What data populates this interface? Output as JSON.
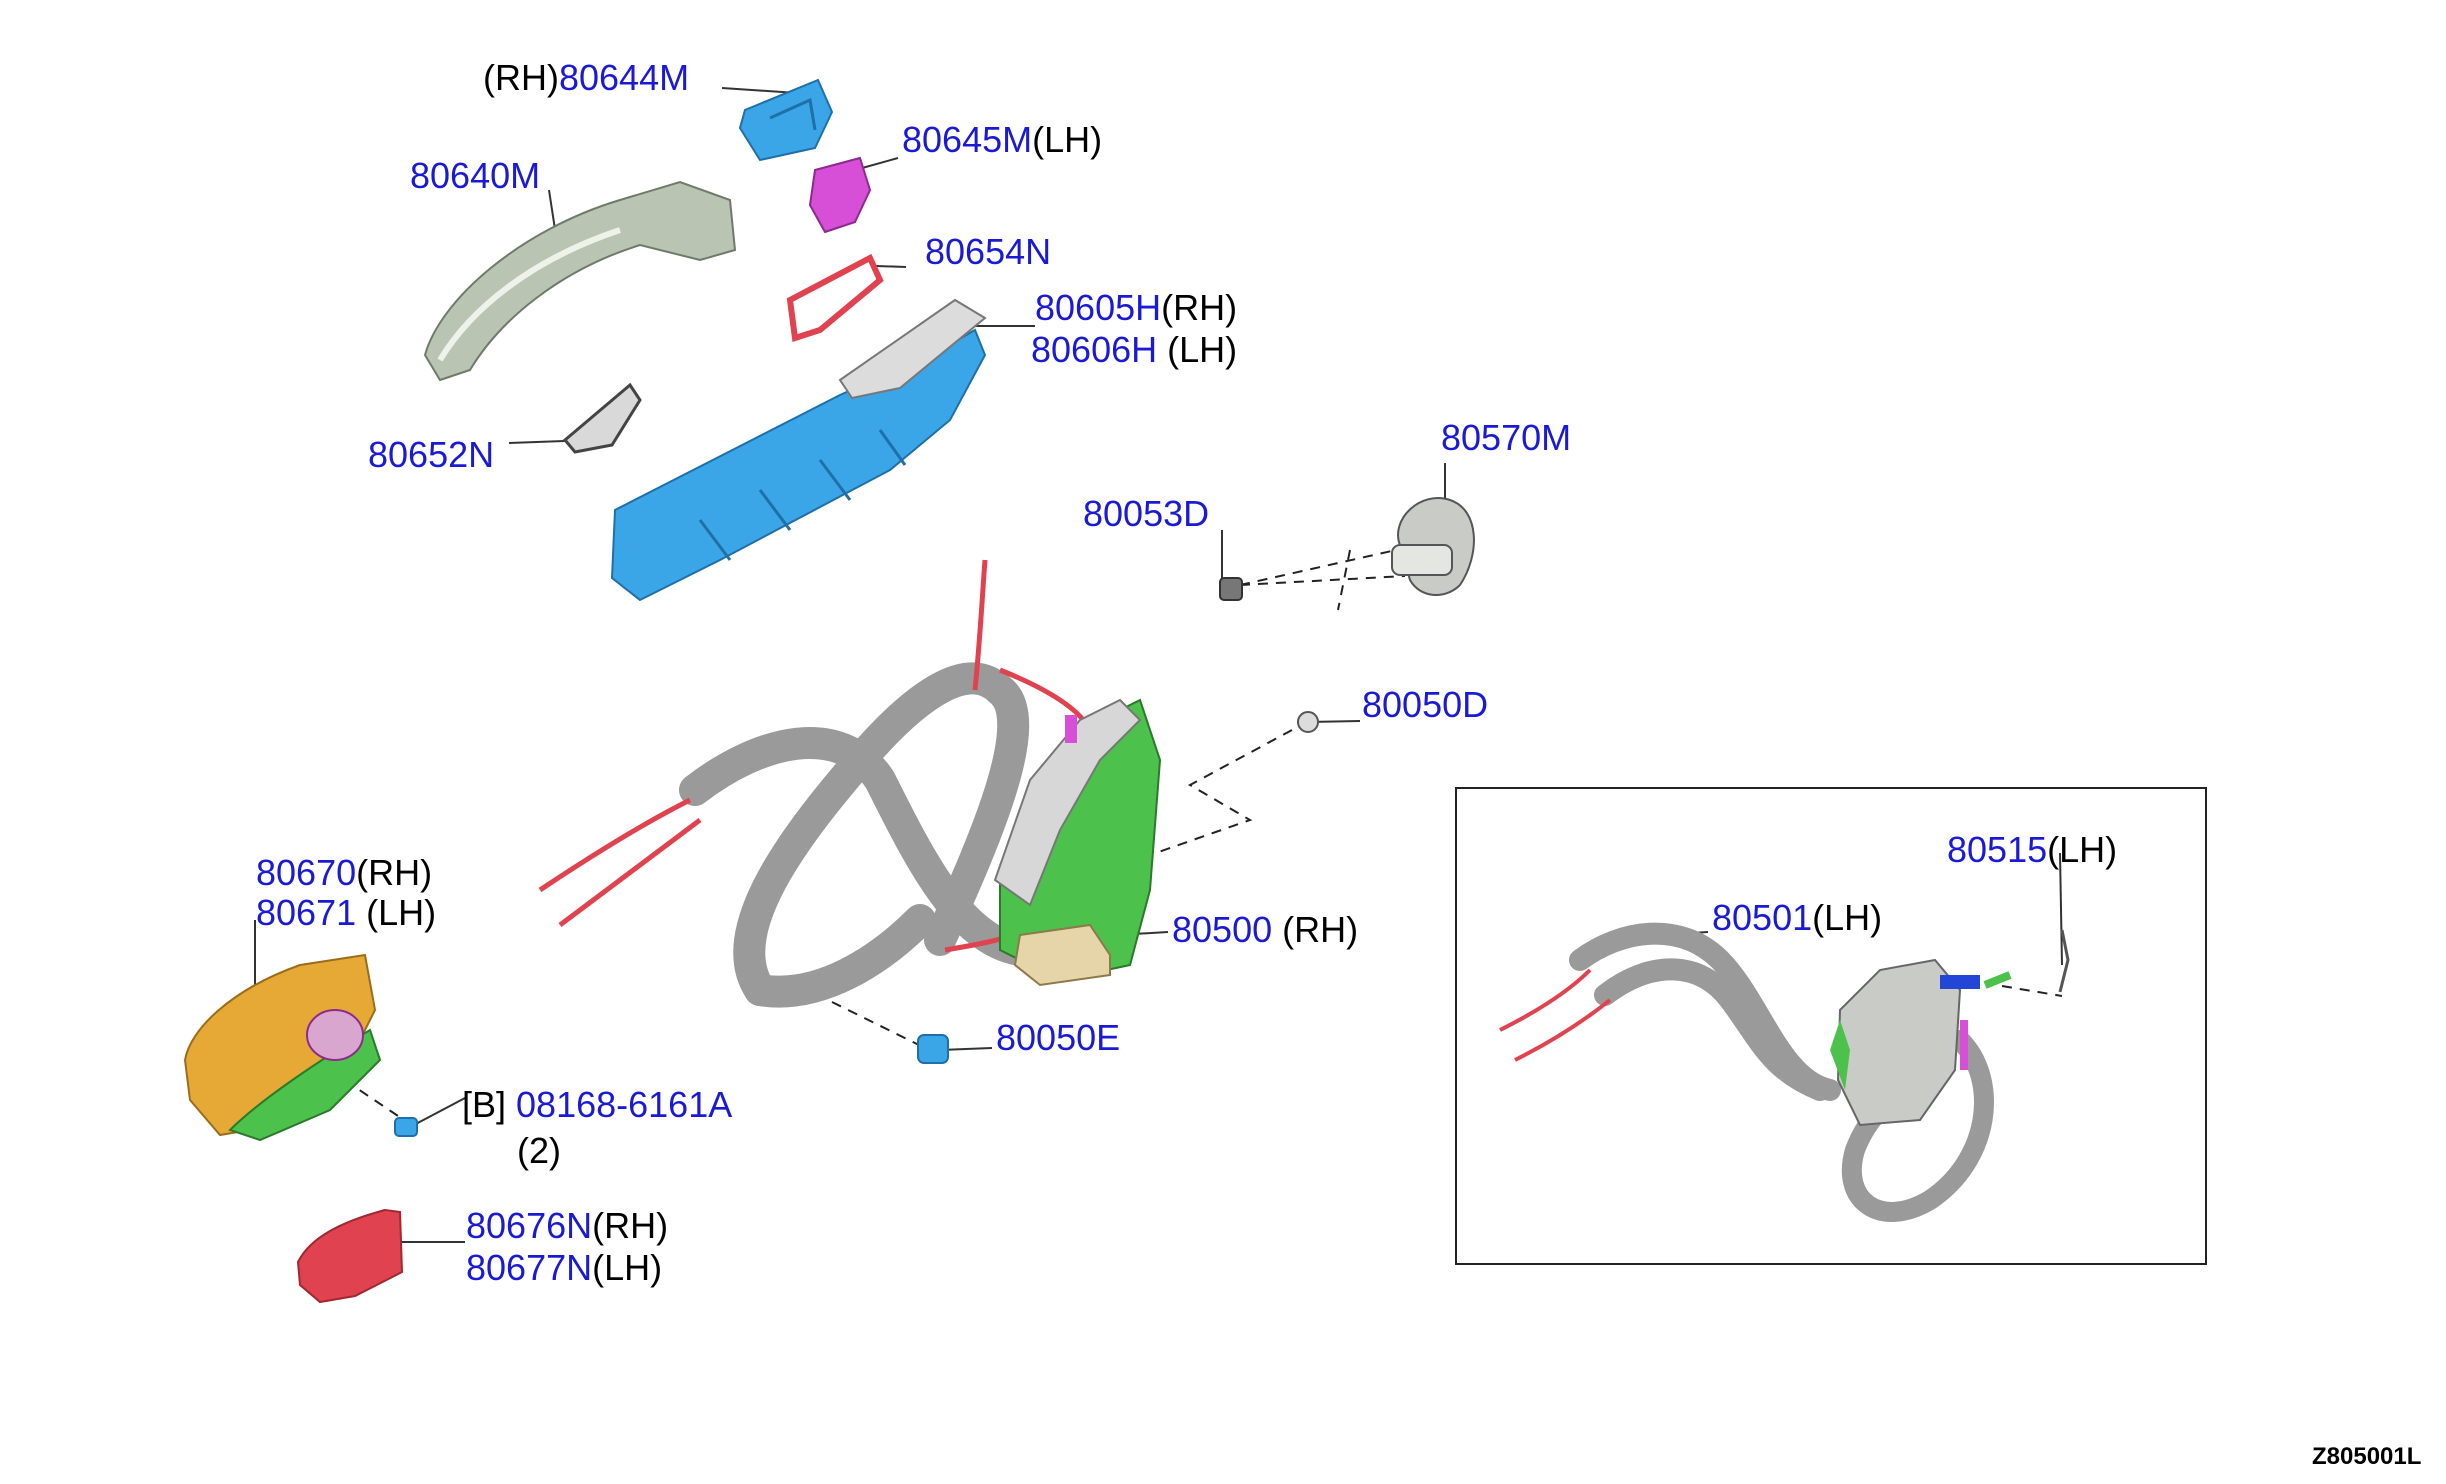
{
  "diagram_code": "Z805001L",
  "colors": {
    "part_number": "#1a1ad6",
    "suffix": "#000000",
    "blue_part": "#3aa6e8",
    "magenta_part": "#d64fd6",
    "red_part": "#e0434f",
    "green_part": "#4cc24c",
    "chrome_part": "#b9c4b2",
    "gray_cable": "#9a9a9a",
    "orange_part": "#e6a935",
    "tan_part": "#e5d5a8"
  },
  "callouts": [
    {
      "part": "80644M",
      "prefix": "(RH)",
      "suffix": ""
    },
    {
      "part": "80645M",
      "suffix": "(LH)"
    },
    {
      "part": "80640M",
      "suffix": ""
    },
    {
      "part": "80654N",
      "suffix": ""
    },
    {
      "part": "80605H",
      "suffix": "(RH)"
    },
    {
      "part": "80606H",
      "suffix": "(LH)"
    },
    {
      "part": "80652N",
      "suffix": ""
    },
    {
      "part": "80570M",
      "suffix": ""
    },
    {
      "part": "80053D",
      "suffix": ""
    },
    {
      "part": "80050D",
      "suffix": ""
    },
    {
      "part": "80500",
      "suffix": "(RH)"
    },
    {
      "part": "80050E",
      "suffix": ""
    },
    {
      "part": "80670",
      "suffix": "(RH)"
    },
    {
      "part": "80671",
      "suffix": "(LH)"
    },
    {
      "part": "08168-6161A",
      "prefix": "[B]",
      "suffix": "",
      "qty": "(2)"
    },
    {
      "part": "80676N",
      "suffix": "(RH)"
    },
    {
      "part": "80677N",
      "suffix": "(LH)"
    },
    {
      "part": "80515",
      "suffix": "(LH)"
    },
    {
      "part": "80501",
      "suffix": "(LH)"
    }
  ]
}
